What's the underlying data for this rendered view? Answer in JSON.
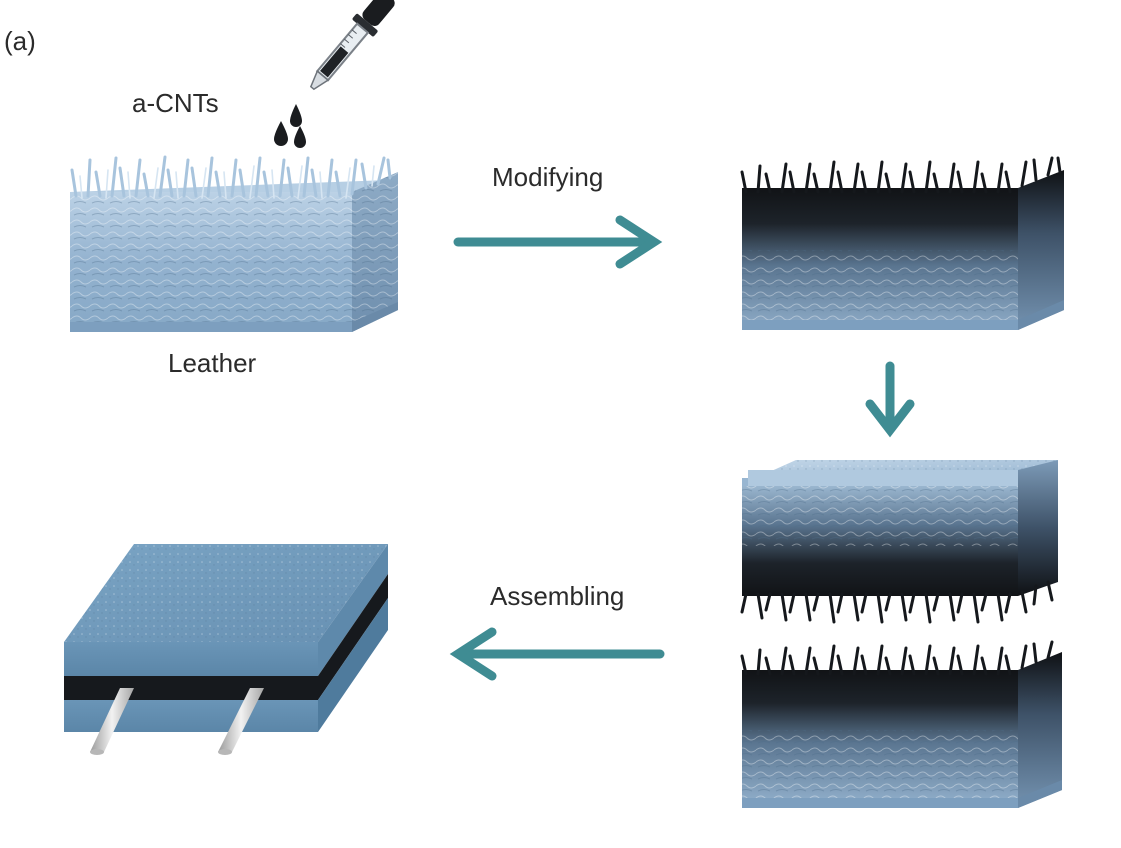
{
  "figure": {
    "panel_label": "(a)",
    "labels": {
      "cnt": "a-CNTs",
      "leather": "Leather",
      "modifying": "Modifying",
      "assembling": "Assembling"
    },
    "colors": {
      "arrow": "#3f8c93",
      "leather_light": "#a9c3dc",
      "leather_mid": "#7f9fbe",
      "leather_dark": "#5c7d9c",
      "cnt_black": "#15181c",
      "device_top": "#6f9bbd",
      "device_side": "#5a86a8",
      "electrode": "#c9c9c9"
    },
    "icons": [
      "dropper-icon",
      "droplet-icon",
      "arrow-right-icon",
      "arrow-down-icon",
      "arrow-left-icon"
    ]
  }
}
